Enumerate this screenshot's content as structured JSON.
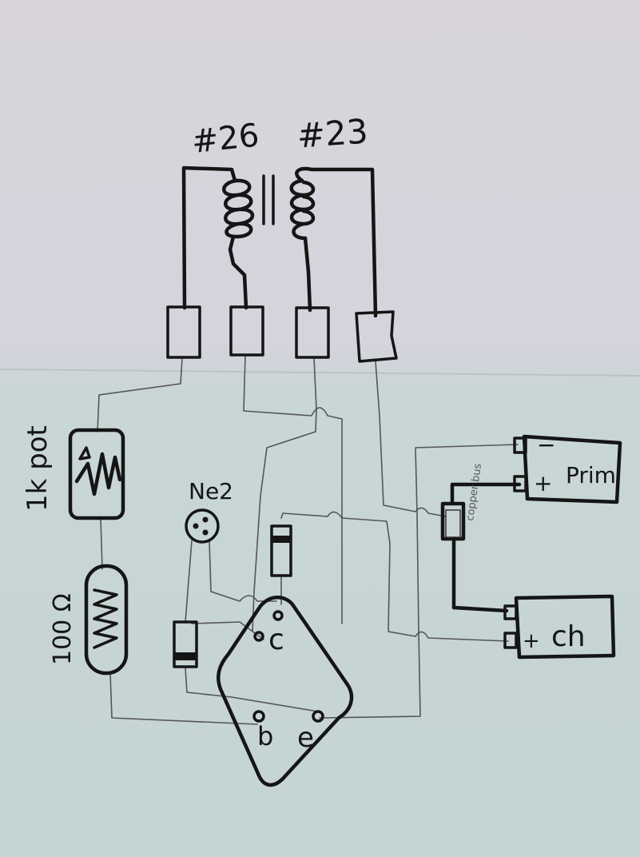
{
  "labels": {
    "primary_coil_gauge": "#26",
    "secondary_coil_gauge": "#23",
    "potentiometer": "1k pot",
    "resistor": "100 Ω",
    "neon_lamp": "Ne2",
    "transistor_collector": "c",
    "transistor_base": "b",
    "transistor_emitter": "e",
    "battery_prim": "Prim",
    "battery_ch": "ch",
    "bus_bar": "copper bus",
    "minus_sign": "−",
    "plus_sign": "+"
  },
  "colors": {
    "ink": "#151515",
    "pencil": "#555555"
  }
}
